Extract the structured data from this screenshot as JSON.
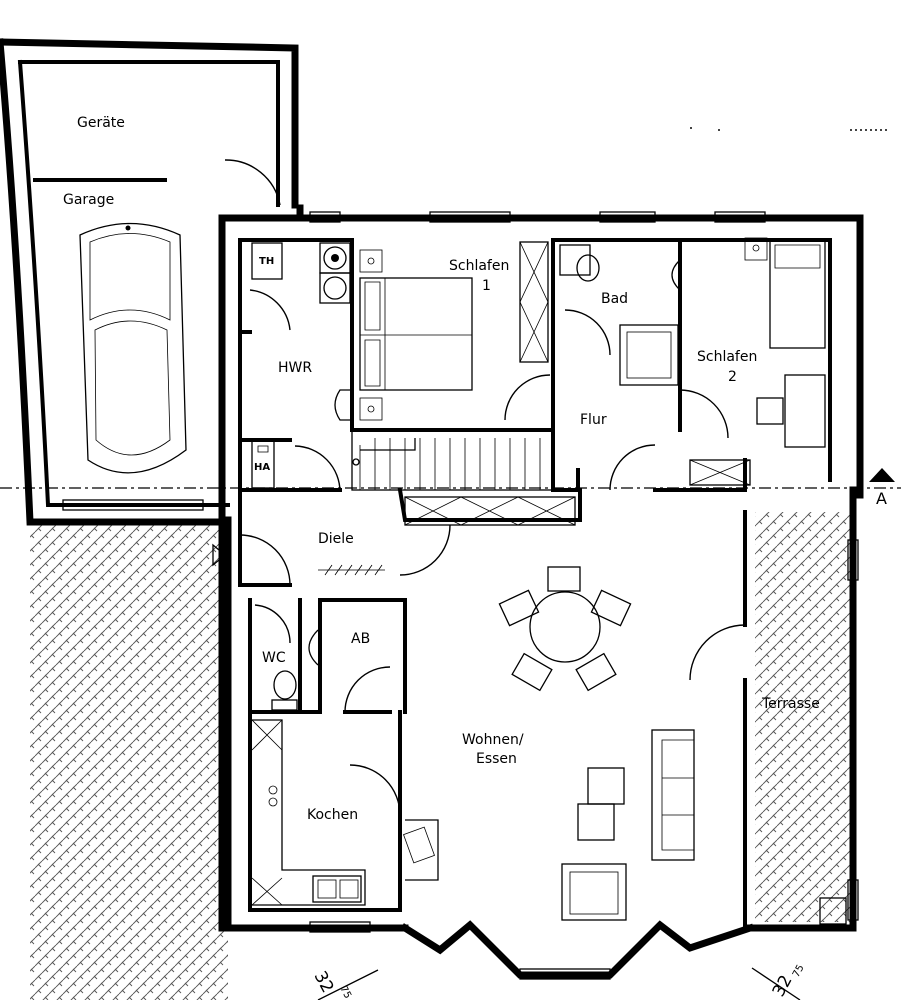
{
  "rooms": {
    "geraete": "Geräte",
    "garage": "Garage",
    "hwr": "HWR",
    "schlafen1_name": "Schlafen",
    "schlafen1_num": "1",
    "bad": "Bad",
    "schlafen2_name": "Schlafen",
    "schlafen2_num": "2",
    "flur": "Flur",
    "diele": "Diele",
    "wc": "WC",
    "ab": "AB",
    "wohnen_line1": "Wohnen/",
    "wohnen_line2": "Essen",
    "kochen": "Kochen",
    "terrasse": "Terrasse"
  },
  "fixtures": {
    "th": "TH",
    "ha": "HA"
  },
  "section_marker": "A",
  "elevations": {
    "left_main": "32",
    "left_sup": "75",
    "right_main": "32",
    "right_sup": "75"
  }
}
